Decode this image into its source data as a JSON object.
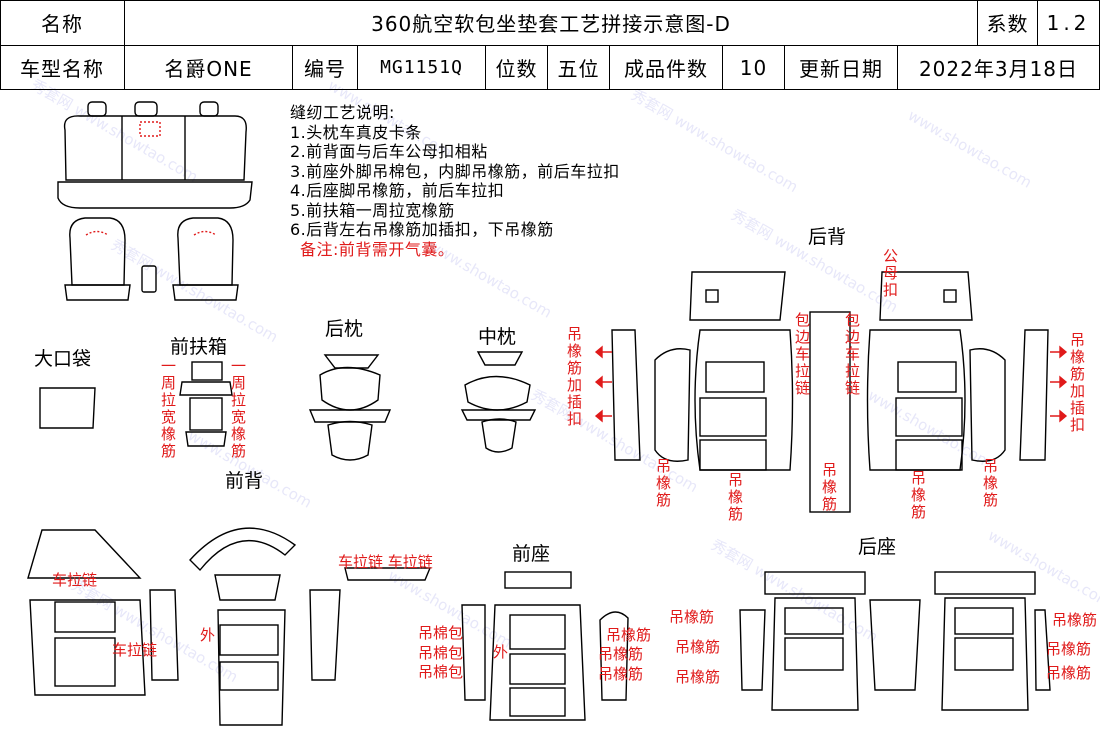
{
  "header": {
    "name_label": "名称",
    "title": "360航空软包坐垫套工艺拼接示意图-D",
    "coef_label": "系数",
    "coef_value": "1.2",
    "model_label": "车型名称",
    "model_value": "名爵ONE",
    "code_label": "编号",
    "code_value": "MG1151Q",
    "seat_label": "位数",
    "seat_value": "五位",
    "pieces_label": "成品件数",
    "pieces_value": "10",
    "update_label": "更新日期",
    "update_value": "2022年3月18日"
  },
  "notes": {
    "title": "缝纫工艺说明:",
    "items": [
      "1.头枕车真皮卡条",
      "2.前背面与后车公母扣相粘",
      "3.前座外脚吊棉包，内脚吊橡筋，前后车拉扣",
      "4.后座脚吊橡筋，前后车拉扣",
      "5.前扶箱一周拉宽橡筋",
      "6.后背左右吊橡筋加插扣，下吊橡筋"
    ],
    "remark": "备注:前背需开气囊。"
  },
  "sections": {
    "big_pocket": "大口袋",
    "front_armrest": "前扶箱",
    "rear_headrest": "后枕",
    "mid_headrest": "中枕",
    "rear_back": "后背",
    "front_back": "前背",
    "front_seat": "前座",
    "rear_seat": "后座"
  },
  "annotations": {
    "armrest_left": "一周拉宽橡筋",
    "armrest_right": "一周拉宽橡筋",
    "rear_left_side": "吊橡筋加插扣",
    "rear_right_side": "吊橡筋加插扣",
    "male_buckle": "公母扣",
    "side_zip_left": "包边车拉链",
    "side_zip_right": "包边车拉链",
    "hang_rubber": "吊橡筋",
    "zip": "车拉链",
    "zip_pair": "车拉链 车拉链",
    "outer": "外",
    "cotton_bag": "吊棉包",
    "rubber": "吊橡筋"
  },
  "watermark": {
    "site": "www.showtao.com",
    "brand": "秀套网"
  },
  "colors": {
    "accent_red": "#e01a1a",
    "line": "#000000",
    "watermark": "#8080dd"
  }
}
